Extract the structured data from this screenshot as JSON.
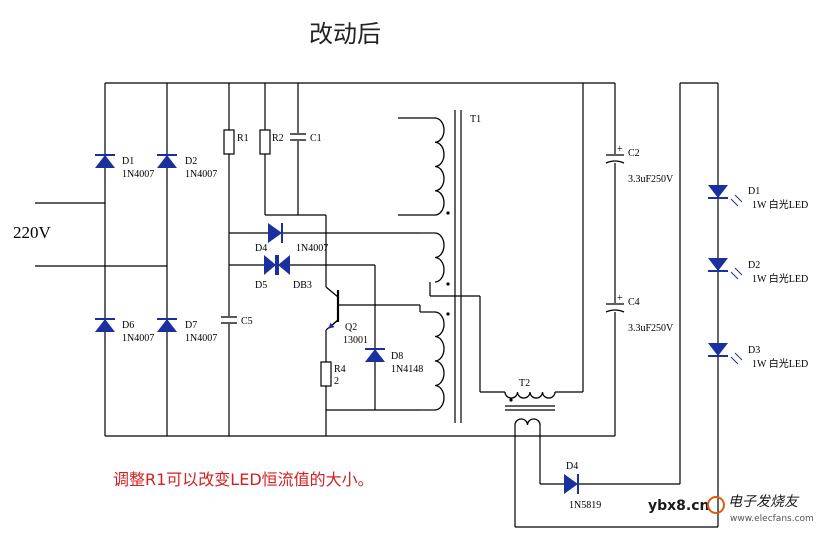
{
  "title": "改动后",
  "input_voltage": "220V",
  "note": "调整R1可以改变LED恒流值的大小。",
  "colors": {
    "wire": "#000000",
    "diode": "#1a2fa0",
    "note": "#d42020",
    "watermark_text": "#1a1a1a",
    "watermark_accent": "#e05a10"
  },
  "components": {
    "d1": {
      "ref": "D1",
      "part": "1N4007"
    },
    "d2": {
      "ref": "D2",
      "part": "1N4007"
    },
    "d6": {
      "ref": "D6",
      "part": "1N4007"
    },
    "d7": {
      "ref": "D7",
      "part": "1N4007"
    },
    "r1": {
      "ref": "R1"
    },
    "r2": {
      "ref": "R2"
    },
    "c1": {
      "ref": "C1"
    },
    "c5": {
      "ref": "C5"
    },
    "d4a": {
      "ref": "D4",
      "part": "1N4007"
    },
    "d5": {
      "ref": "D5"
    },
    "db3": {
      "ref": "DB3"
    },
    "q2": {
      "ref": "Q2",
      "part": "13001"
    },
    "d8": {
      "ref": "D8",
      "part": "1N4148"
    },
    "r4": {
      "ref": "R4",
      "value": "2"
    },
    "t1": {
      "ref": "T1"
    },
    "t2": {
      "ref": "T2"
    },
    "c2": {
      "ref": "C2",
      "value": "3.3uF250V"
    },
    "c4": {
      "ref": "C4",
      "value": "3.3uF250V"
    },
    "d4b": {
      "ref": "D4",
      "part": "1N5819"
    },
    "led1": {
      "ref": "D1",
      "value": "1W 白光LED"
    },
    "led2": {
      "ref": "D2",
      "value": "1W 白光LED"
    },
    "led3": {
      "ref": "D3",
      "value": "1W 白光LED"
    }
  },
  "watermark": {
    "site": "ybx8.cn",
    "brand": "电子发烧友",
    "url": "www.elecfans.com"
  }
}
